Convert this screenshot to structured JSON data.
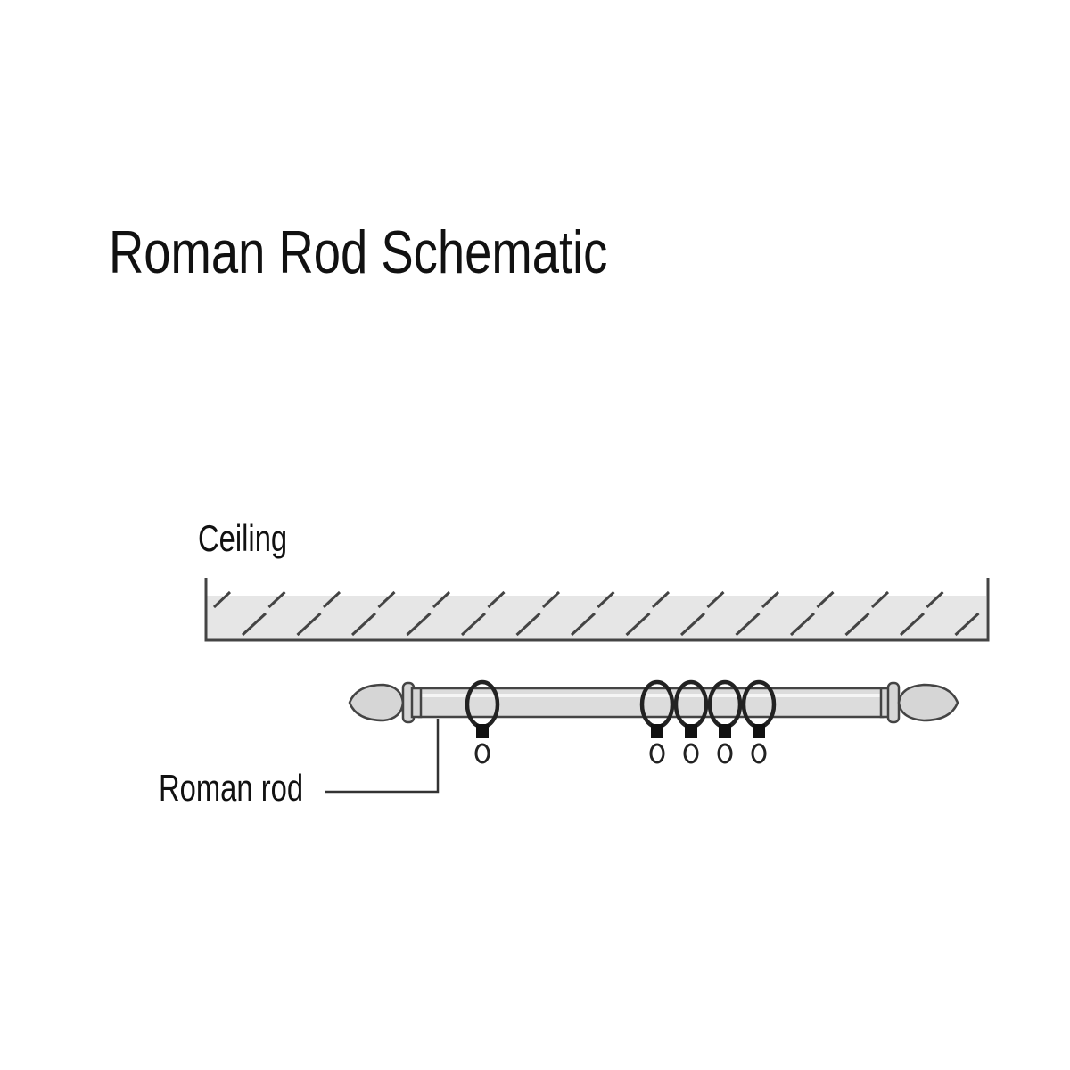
{
  "title": "Roman Rod Schematic",
  "labels": {
    "ceiling": "Ceiling",
    "rod": "Roman rod"
  },
  "colors": {
    "line": "#333333",
    "ceiling_fill": "#e6e6e6",
    "rod_fill": "#dcdcdc"
  },
  "rings": 5
}
